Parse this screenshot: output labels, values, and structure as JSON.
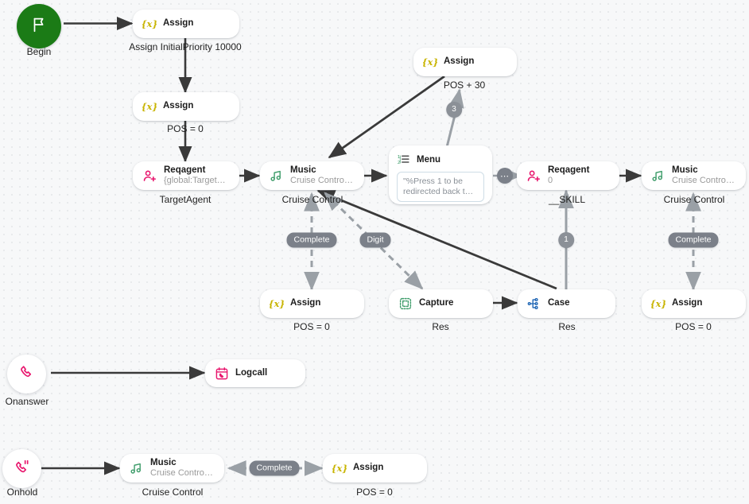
{
  "canvas": {
    "background": "#f7f8f9",
    "grid_dot_color": "#e3e5e8"
  },
  "palette": {
    "begin_green": "#1b7b16",
    "assign_yellow": "#c8b400",
    "music_green": "#3f9d6b",
    "agent_pink": "#e8166d",
    "capture_green": "#3f9d6b",
    "case_blue": "#1c64b4",
    "badge_gray": "#7b8089",
    "edge_dark": "#3a3a3a",
    "edge_gray": "#9aa0a6"
  },
  "nodes": [
    {
      "id": "begin",
      "kind": "circle",
      "icon": "flag-icon",
      "label": "Begin"
    },
    {
      "id": "assign1",
      "kind": "card",
      "icon": "assign-icon",
      "title": "Assign",
      "subtitle": "",
      "caption": "Assign InitialPriority 10000"
    },
    {
      "id": "assign2",
      "kind": "card",
      "icon": "assign-icon",
      "title": "Assign",
      "subtitle": "",
      "caption": "POS = 0"
    },
    {
      "id": "reqagent1",
      "kind": "card",
      "icon": "request-agent-icon",
      "title": "Reqagent",
      "subtitle": "{global:TargetAgent}",
      "caption": "TargetAgent"
    },
    {
      "id": "music1",
      "kind": "card",
      "icon": "music-icon",
      "title": "Music",
      "subtitle": "Cruise Control.wav",
      "caption": "Cruise Control"
    },
    {
      "id": "assign_top",
      "kind": "card",
      "icon": "assign-icon",
      "title": "Assign",
      "subtitle": "",
      "caption": "POS + 30"
    },
    {
      "id": "menu",
      "kind": "menu",
      "icon": "menu-list-icon",
      "title": "Menu",
      "prompt": "\"%Press 1 to be redirected back t…",
      "caption": ""
    },
    {
      "id": "reqagent2",
      "kind": "card",
      "icon": "request-agent-icon",
      "title": "Reqagent",
      "subtitle": "0",
      "caption": "__SKILL"
    },
    {
      "id": "music2",
      "kind": "card",
      "icon": "music-icon",
      "title": "Music",
      "subtitle": "Cruise Control.wav",
      "caption": "Cruise Control"
    },
    {
      "id": "assign3",
      "kind": "card",
      "icon": "assign-icon",
      "title": "Assign",
      "subtitle": "",
      "caption": "POS = 0"
    },
    {
      "id": "capture",
      "kind": "card",
      "icon": "capture-icon",
      "title": "Capture",
      "subtitle": "",
      "caption": "Res"
    },
    {
      "id": "case",
      "kind": "card",
      "icon": "case-icon",
      "title": "Case",
      "subtitle": "",
      "caption": "Res"
    },
    {
      "id": "assign4",
      "kind": "card",
      "icon": "assign-icon",
      "title": "Assign",
      "subtitle": "",
      "caption": "POS = 0"
    },
    {
      "id": "onanswer",
      "kind": "circle",
      "icon": "phone-icon",
      "label": "Onanswer"
    },
    {
      "id": "logcall",
      "kind": "card",
      "icon": "logcall-icon",
      "title": "Logcall",
      "subtitle": "",
      "caption": ""
    },
    {
      "id": "onhold",
      "kind": "circle",
      "icon": "phone-pause-icon",
      "label": "Onhold"
    },
    {
      "id": "music3",
      "kind": "card",
      "icon": "music-icon",
      "title": "Music",
      "subtitle": "Cruise Control.wav",
      "caption": "Cruise Control"
    },
    {
      "id": "assign5",
      "kind": "card",
      "icon": "assign-icon",
      "title": "Assign",
      "subtitle": "",
      "caption": "POS = 0"
    }
  ],
  "edge_labels": {
    "complete_music1_assign3": "Complete",
    "digit_music1_capture": "Digit",
    "menu_to_assign_top": "3",
    "case_to_reqagent2": "1",
    "complete_music2_assign4": "Complete",
    "complete_music3_assign5": "Complete",
    "menu_to_reqagent2": "⋯"
  }
}
